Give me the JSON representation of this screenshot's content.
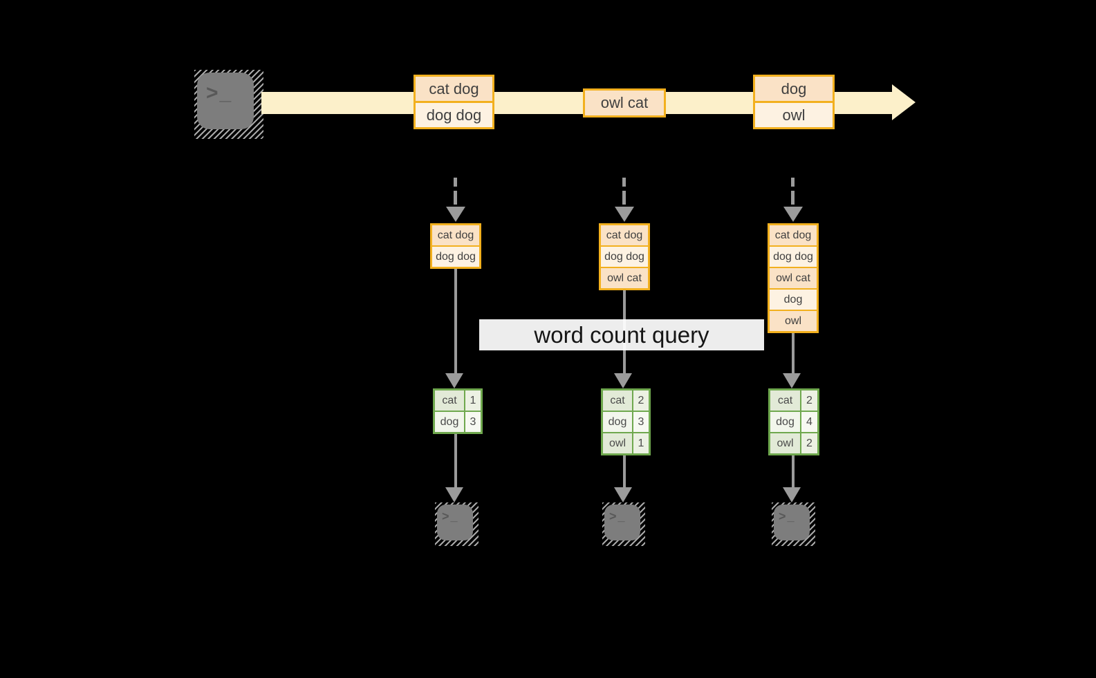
{
  "query_label": "word count query",
  "stream": {
    "events": [
      {
        "lines": [
          "cat dog",
          "dog dog"
        ]
      },
      {
        "lines": [
          "owl cat"
        ]
      },
      {
        "lines": [
          "dog",
          "owl"
        ]
      }
    ]
  },
  "buffers": [
    {
      "cells": [
        "cat dog",
        "dog dog"
      ]
    },
    {
      "cells": [
        "cat dog",
        "dog dog",
        "owl cat"
      ]
    },
    {
      "cells": [
        "cat dog",
        "dog dog",
        "owl cat",
        "dog",
        "owl"
      ]
    }
  ],
  "tables": [
    {
      "rows": [
        {
          "word": "cat",
          "count": "1"
        },
        {
          "word": "dog",
          "count": "3"
        }
      ]
    },
    {
      "rows": [
        {
          "word": "cat",
          "count": "2"
        },
        {
          "word": "dog",
          "count": "3"
        },
        {
          "word": "owl",
          "count": "1"
        }
      ]
    },
    {
      "rows": [
        {
          "word": "cat",
          "count": "2"
        },
        {
          "word": "dog",
          "count": "4"
        },
        {
          "word": "owl",
          "count": "2"
        }
      ]
    }
  ],
  "icons": {
    "source_terminal": "terminal-icon",
    "sink_terminals": [
      "terminal-icon",
      "terminal-icon",
      "terminal-icon"
    ],
    "prompt_glyph": ">_"
  },
  "colors": {
    "background": "#000000",
    "stream_band": "#FCF0CA",
    "amber_border": "#F2B01E",
    "peach_fill": "#FAE2C6",
    "cream_fill": "#FDF2E2",
    "green_border": "#6FA84E",
    "green_fill_dark": "#E2EAD7",
    "green_fill_light": "#F2F6EC",
    "arrow_gray": "#9B9B9B",
    "terminal_gray": "#7D7D7D"
  }
}
